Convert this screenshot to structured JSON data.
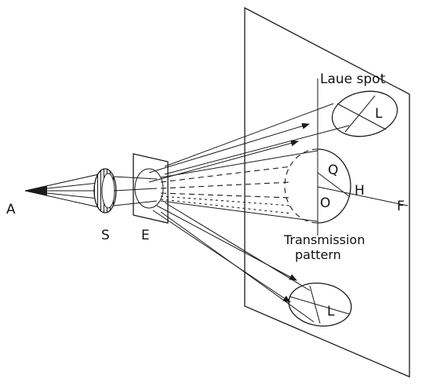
{
  "labels": {
    "source": "A",
    "slit": "S",
    "crystal": "E",
    "laue_title": "Laue spot",
    "laue_top": "L",
    "laue_bottom": "L",
    "point_q": "Q",
    "point_o": "O",
    "point_h": "H",
    "point_f": "F",
    "transmission_line1": "Transmission",
    "transmission_line2": "pattern"
  }
}
